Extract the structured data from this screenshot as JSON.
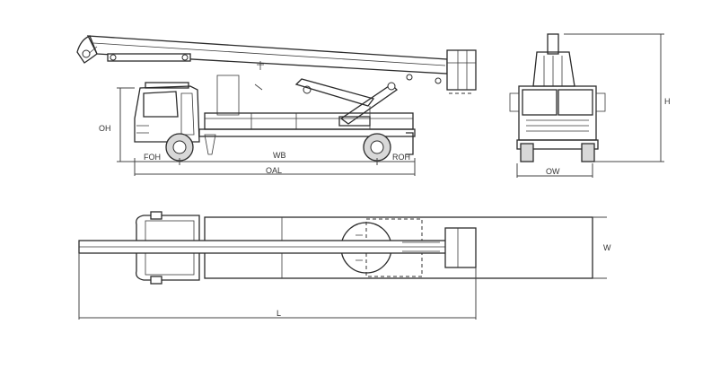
{
  "labels": {
    "oh": "OH",
    "foh": "FOH",
    "wb": "WB",
    "roh": "ROH",
    "oal": "OAL",
    "h": "H",
    "ow": "OW",
    "w": "W",
    "l": "L"
  }
}
